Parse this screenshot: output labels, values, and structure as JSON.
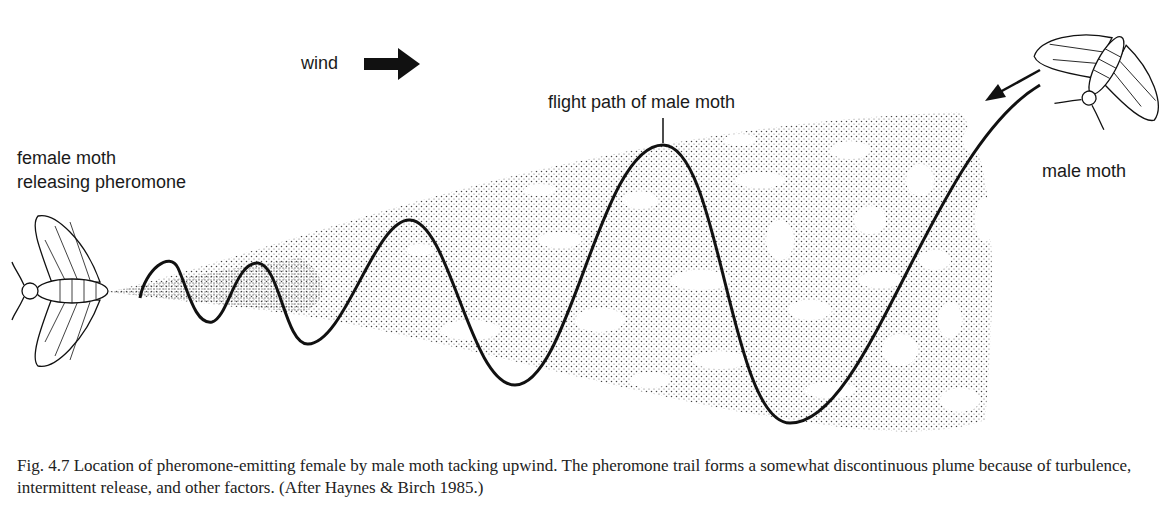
{
  "diagram": {
    "caption": "Fig. 4.7 Location of pheromone-emitting female by male moth tacking upwind. The pheromone trail forms a somewhat discontinuous plume because of turbulence, intermittent release, and other factors. (After Haynes & Birch 1985.)",
    "labels": [
      "wind",
      "flight path of male moth",
      "female moth releasing pheromone",
      "male moth"
    ]
  }
}
